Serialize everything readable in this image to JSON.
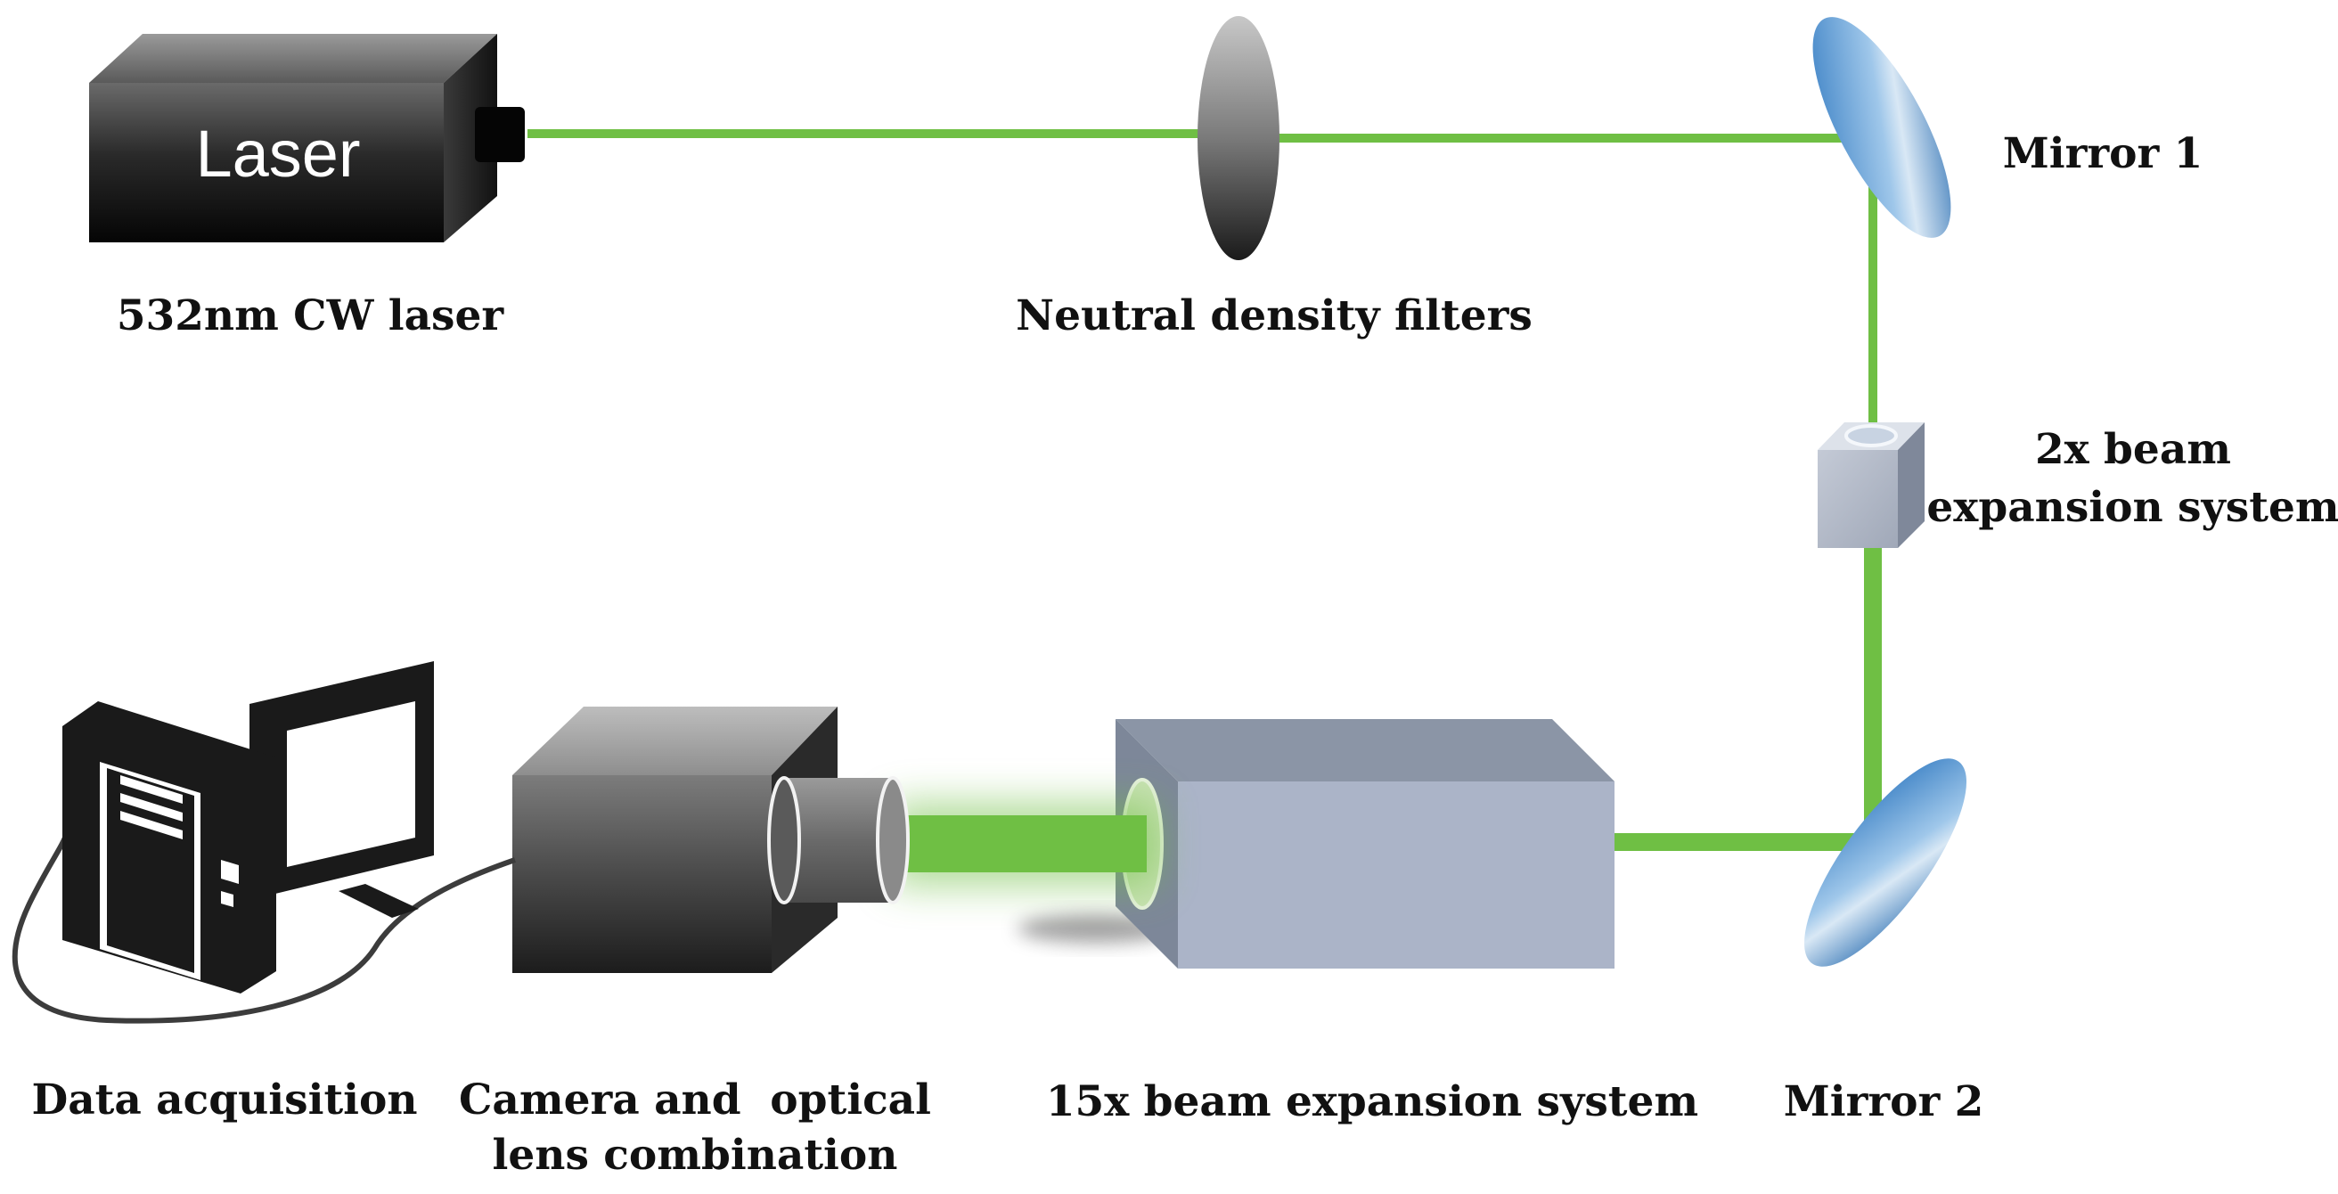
{
  "laser": {
    "body_text": "Laser",
    "label": "532nm CW laser"
  },
  "filter": {
    "label": "Neutral density filters"
  },
  "mirror1": {
    "label": "Mirror 1"
  },
  "beam_expander_2x": {
    "label_line1": "2x beam",
    "label_line2": "expansion system"
  },
  "mirror2": {
    "label": "Mirror 2"
  },
  "beam_expander_15x": {
    "label": "15x beam expansion system"
  },
  "camera": {
    "label_line1": "Camera and  optical",
    "label_line2": "lens combination"
  },
  "computer": {
    "label": "Data acquisition"
  },
  "colors": {
    "beam": "#6fbf44",
    "mirror": "#3a8ccf",
    "expander": "#aab4c6",
    "device_dark": "#1a1a1a"
  }
}
